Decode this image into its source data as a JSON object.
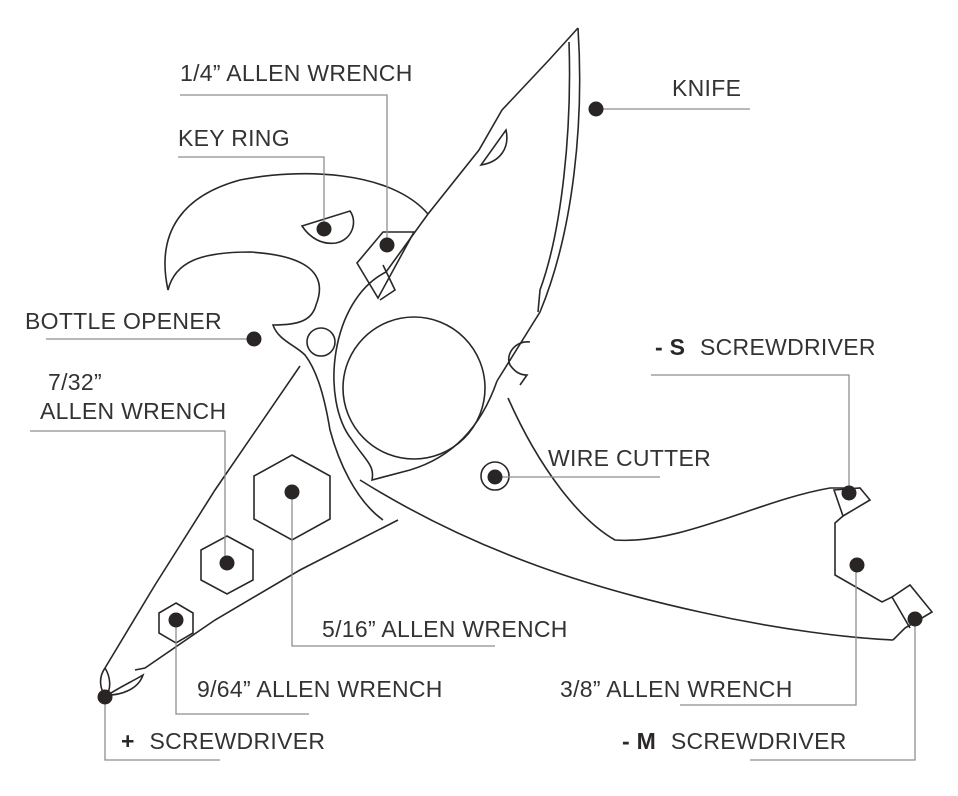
{
  "diagram": {
    "subject": "multi-tool",
    "colors": {
      "outline": "#2a2727",
      "leader": "#8e8e8e",
      "text": "#333333",
      "background": "#ffffff"
    },
    "callouts": [
      {
        "id": "allen-1-4",
        "label": "1/4” ALLEN WRENCH"
      },
      {
        "id": "key-ring",
        "label": "KEY RING"
      },
      {
        "id": "knife",
        "label": "KNIFE"
      },
      {
        "id": "bottle-opener",
        "label": "BOTTLE OPENER"
      },
      {
        "id": "allen-7-32",
        "label_line1": "7/32”",
        "label_line2": "ALLEN WRENCH"
      },
      {
        "id": "s-screwdriver",
        "prefix": "- S",
        "label": "SCREWDRIVER"
      },
      {
        "id": "wire-cutter",
        "label": "WIRE CUTTER"
      },
      {
        "id": "allen-5-16",
        "label": "5/16” ALLEN WRENCH"
      },
      {
        "id": "allen-9-64",
        "label": "9/64” ALLEN WRENCH"
      },
      {
        "id": "allen-3-8",
        "label": "3/8” ALLEN WRENCH"
      },
      {
        "id": "plus-screwdriver",
        "prefix": "+",
        "label": "SCREWDRIVER"
      },
      {
        "id": "m-screwdriver",
        "prefix": "- M",
        "label": "SCREWDRIVER"
      }
    ]
  }
}
